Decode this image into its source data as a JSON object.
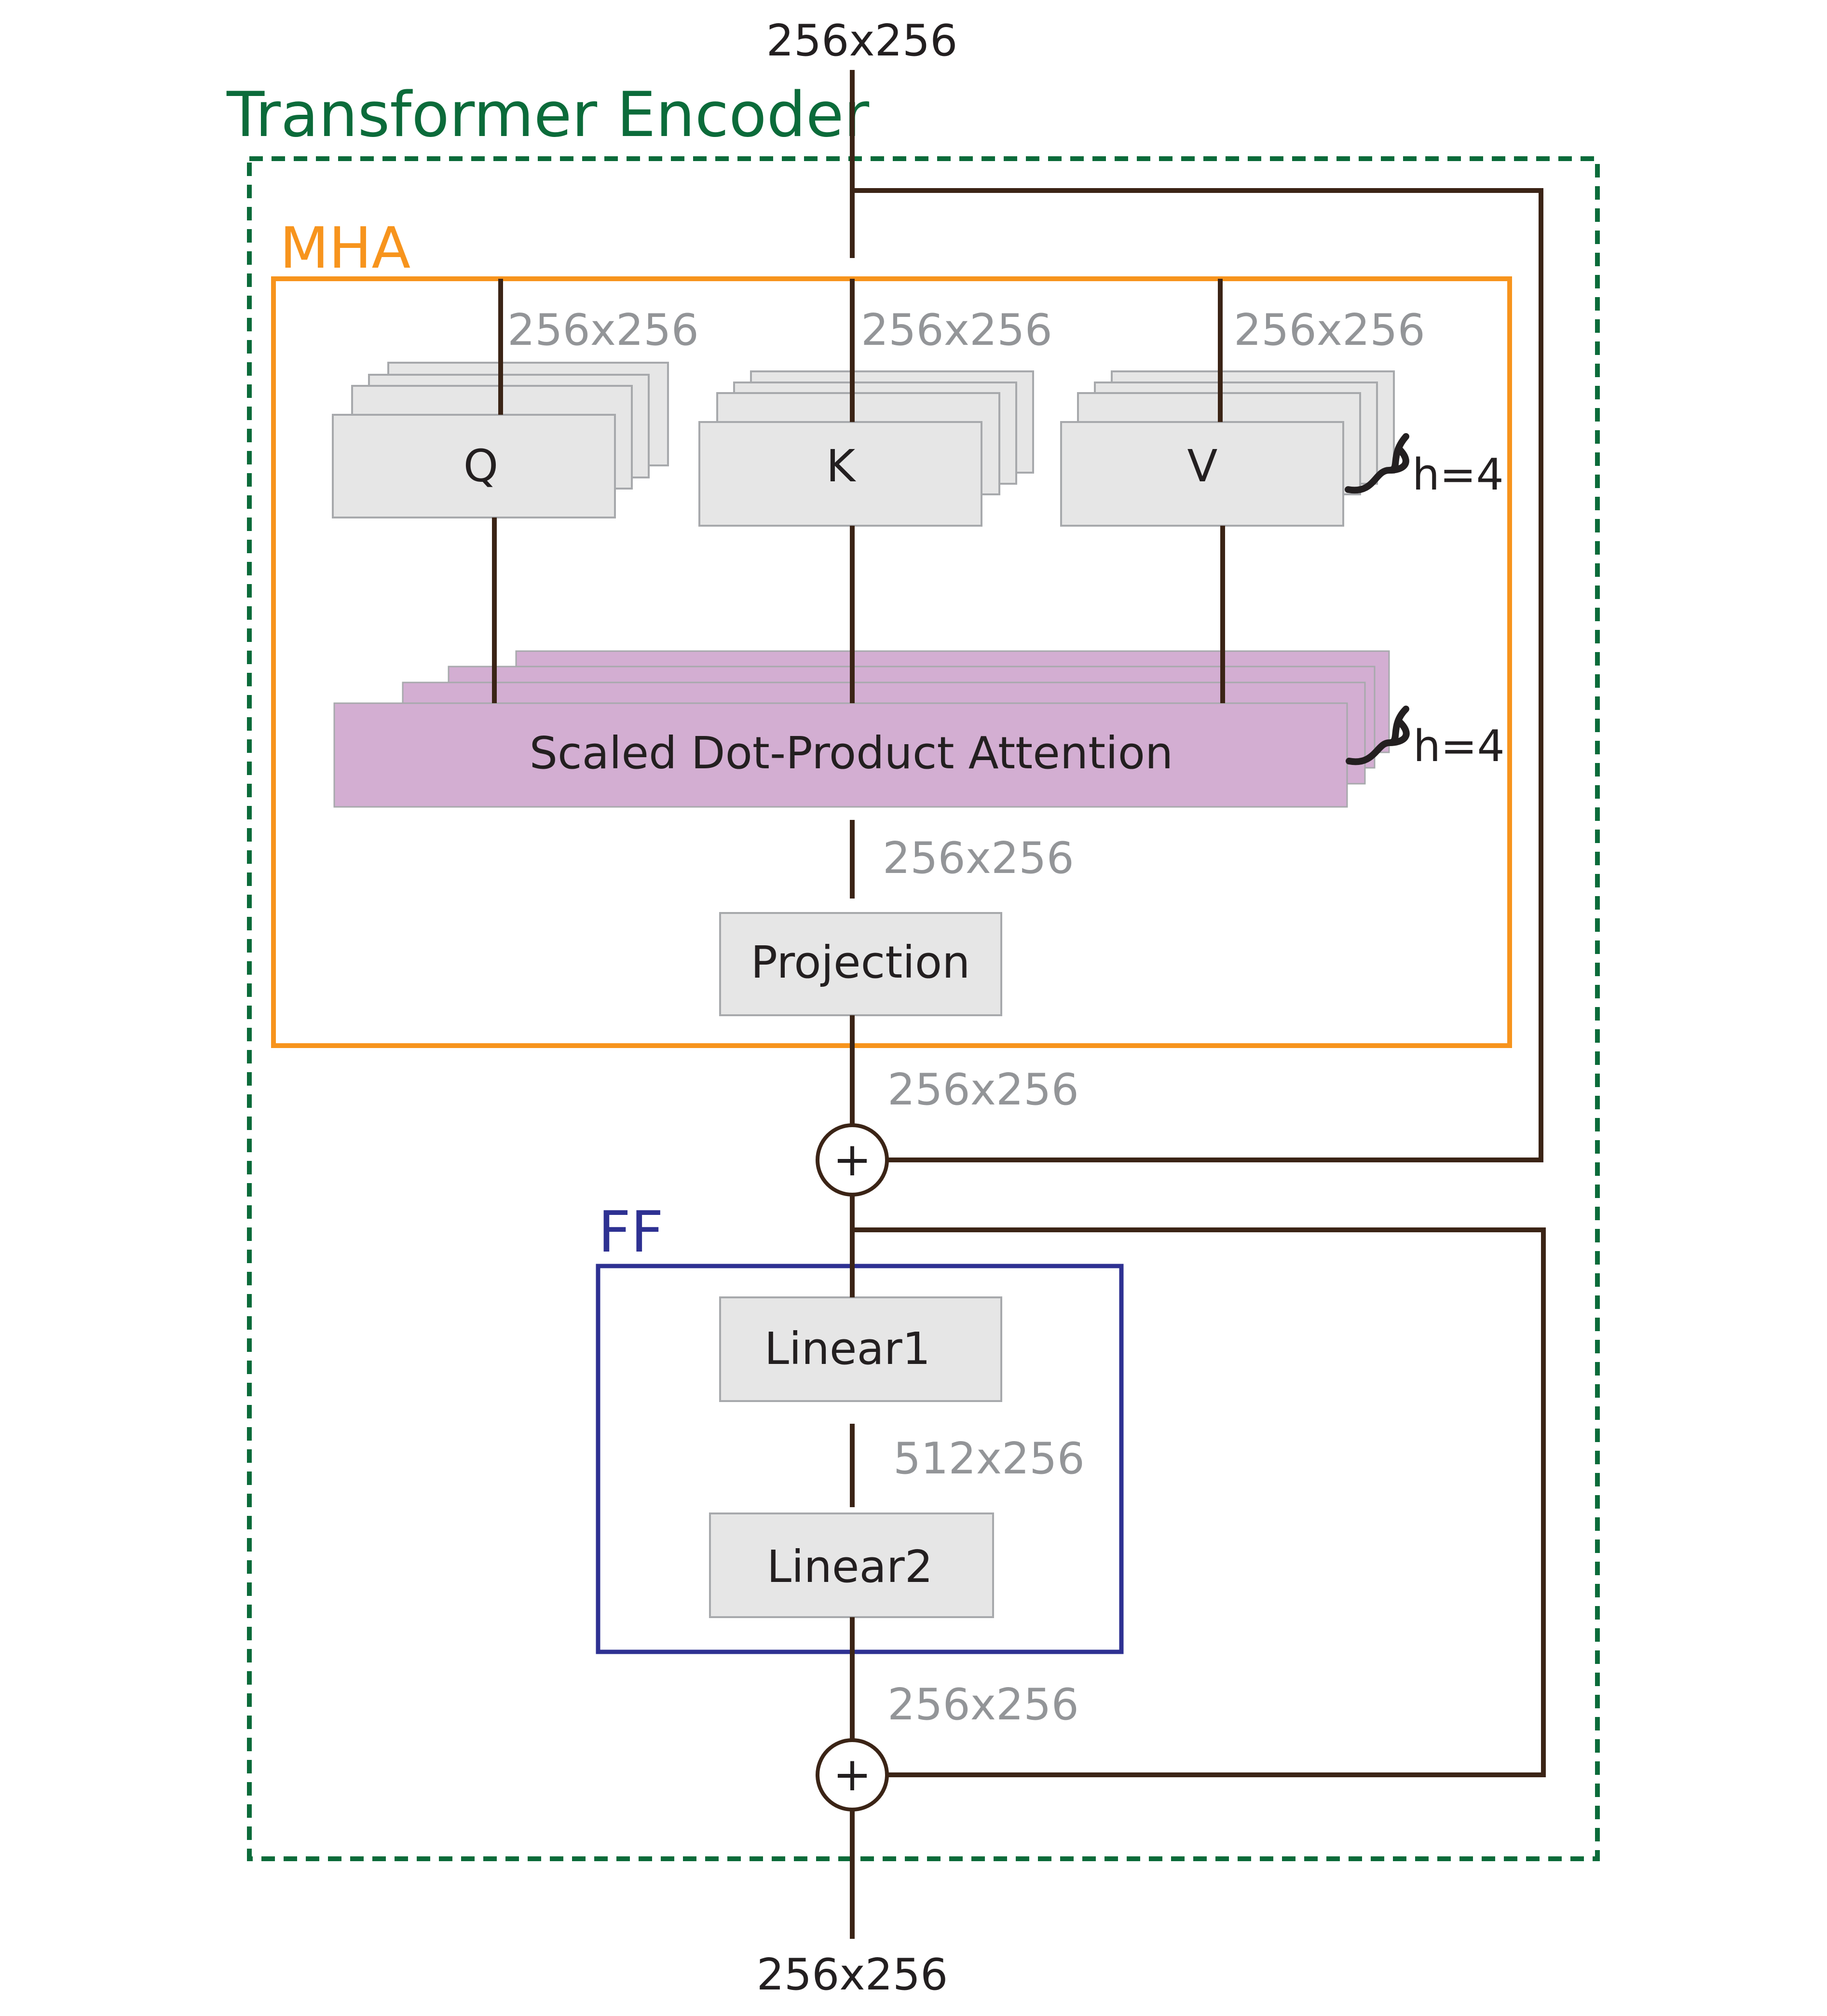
{
  "diagram": {
    "input_dim": "256x256",
    "output_dim": "256x256",
    "encoder_title": "Transformer Encoder",
    "mha": {
      "title": "MHA",
      "q_dim": "256x256",
      "k_dim": "256x256",
      "v_dim": "256x256",
      "q_label": "Q",
      "k_label": "K",
      "v_label": "V",
      "heads_qkv": "h=4",
      "attention_label": "Scaled Dot-Product Attention",
      "heads_attention": "h=4",
      "attention_out_dim": "256x256",
      "projection_label": "Projection"
    },
    "add1": {
      "symbol": "+",
      "in_dim": "256x256"
    },
    "ff": {
      "title": "FF",
      "linear1_label": "Linear1",
      "hidden_dim": "512x256",
      "linear2_label": "Linear2"
    },
    "add2": {
      "symbol": "+",
      "in_dim": "256x256"
    },
    "colors": {
      "encoder": "#0b6b3a",
      "mha": "#f7941d",
      "ff": "#2e3192",
      "flow": "#3b2416",
      "box_fill": "#e6e6e6",
      "attention_fill": "#d3aed2",
      "dim_text": "#939598"
    }
  }
}
